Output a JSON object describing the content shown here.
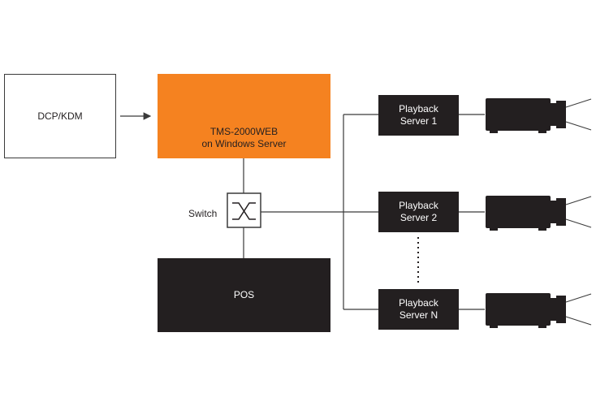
{
  "nodes": {
    "dcp_kdm": {
      "label": "DCP/KDM"
    },
    "tms": {
      "label": "TMS-2000WEB\non Windows Server"
    },
    "switch": {
      "label": "Switch"
    },
    "pos": {
      "label": "POS"
    },
    "playback_servers": [
      {
        "label": "Playback\nServer 1"
      },
      {
        "label": "Playback\nServer 2"
      },
      {
        "label": "Playback\nServer N"
      }
    ]
  },
  "colors": {
    "accent_orange": "#f58220",
    "dark_box": "#231f20",
    "line": "#3a3a3a"
  },
  "icons": [
    "rack-server-icon",
    "laptop-icon",
    "switch-icon",
    "projector-icon"
  ]
}
